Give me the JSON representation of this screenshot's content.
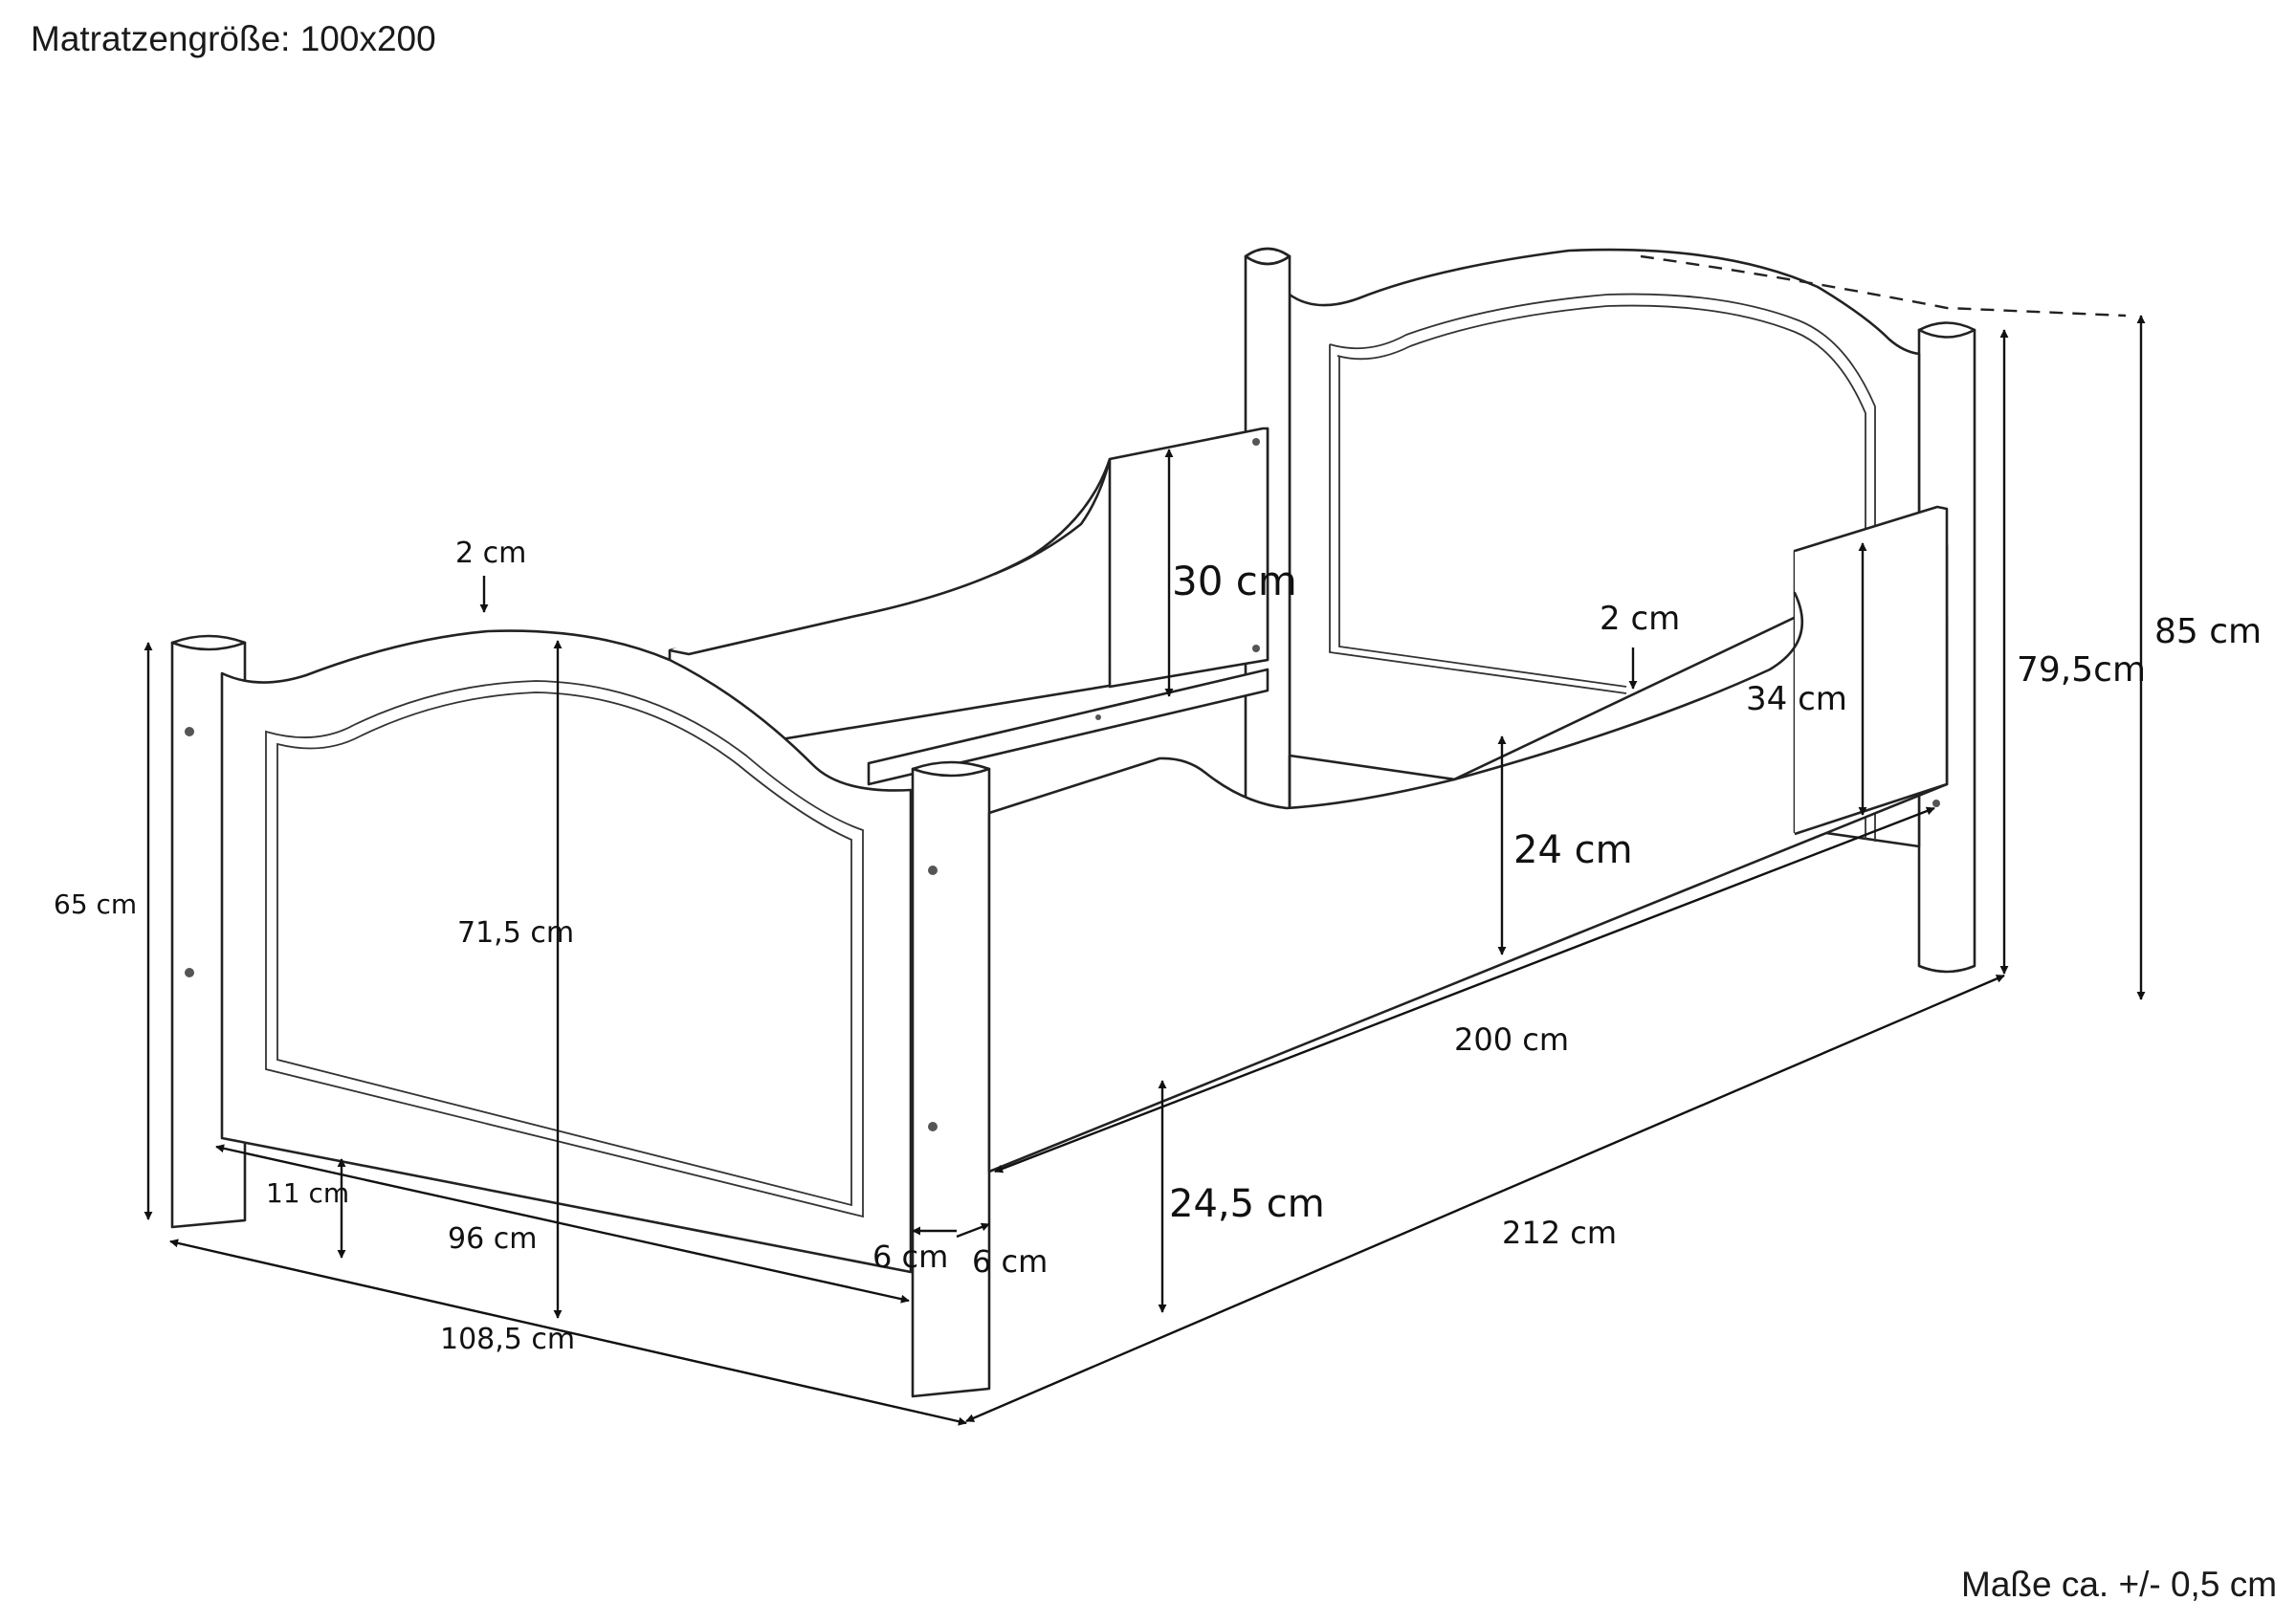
{
  "header": {
    "mattress_size": "Matratzengröße: 100x200"
  },
  "footer": {
    "tolerance_note": "Maße ca. +/- 0,5 cm"
  },
  "dimensions": {
    "headboard_top_thickness": "2 cm",
    "side_rail_back_height": "30 cm",
    "inner_top_thickness": "2 cm",
    "right_rail_height": "34 cm",
    "headboard_height": "79,5cm",
    "total_height": "85 cm",
    "footboard_height": "65 cm",
    "footboard_panel_height": "71,5 cm",
    "side_rail_height": "24 cm",
    "inner_length": "200 cm",
    "floor_clearance": "24,5 cm",
    "outer_length": "212 cm",
    "bottom_rail_height": "11 cm",
    "inner_width": "96 cm",
    "post_width_a": "6 cm",
    "post_width_b": "6 cm",
    "outer_width": "108,5 cm"
  },
  "colors": {
    "line": "#222222",
    "background": "#ffffff"
  }
}
